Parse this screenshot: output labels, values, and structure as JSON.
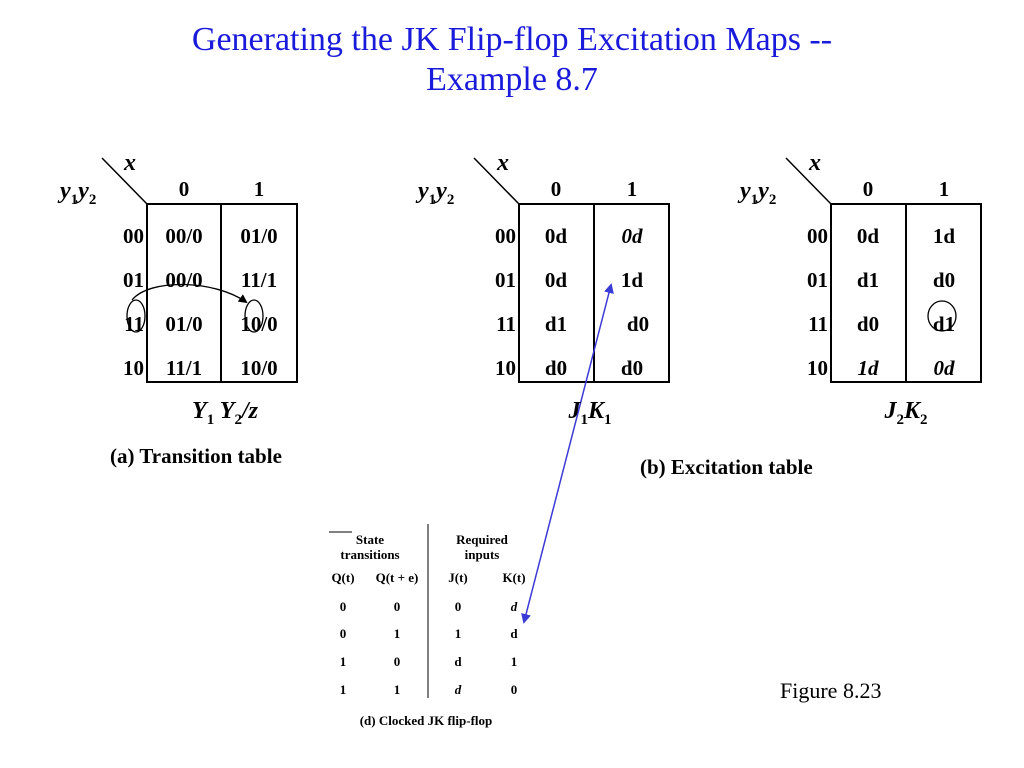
{
  "title": {
    "line1": "Generating the JK Flip-flop Excitation Maps --",
    "line2": "Example 8.7"
  },
  "colors": {
    "title": "#1a1adb",
    "arrow": "#3a3ad6",
    "ink": "#000000"
  },
  "maps": {
    "transition": {
      "corner_x": "x",
      "corner_y1": "y",
      "corner_y1_sub": "1",
      "corner_y2": "y",
      "corner_y2_sub": "2",
      "columns": [
        "0",
        "1"
      ],
      "rows": [
        "00",
        "01",
        "11",
        "10"
      ],
      "cells": [
        [
          "00/0",
          "01/0"
        ],
        [
          "00/0",
          "11/1"
        ],
        [
          "01/0",
          "10/0"
        ],
        [
          "11/1",
          "10/0"
        ]
      ],
      "name": {
        "a": "Y",
        "a_sub": "1",
        "b": "Y",
        "b_sub": "2",
        "c": "/z"
      },
      "caption": "(a) Transition table"
    },
    "j1k1": {
      "corner_x": "x",
      "corner_y1": "y",
      "corner_y1_sub": "1",
      "corner_y2": "y",
      "corner_y2_sub": "2",
      "columns": [
        "0",
        "1"
      ],
      "rows": [
        "00",
        "01",
        "11",
        "10"
      ],
      "cells": [
        [
          "0d",
          "0d"
        ],
        [
          "0d",
          "1d"
        ],
        [
          "d1",
          "d0"
        ],
        [
          "d0",
          "d0"
        ]
      ],
      "name": {
        "a": "J",
        "a_sub": "1",
        "b": "K",
        "b_sub": "1"
      }
    },
    "j2k2": {
      "corner_x": "x",
      "corner_y1": "y",
      "corner_y1_sub": "1",
      "corner_y2": "y",
      "corner_y2_sub": "2",
      "columns": [
        "0",
        "1"
      ],
      "rows": [
        "00",
        "01",
        "11",
        "10"
      ],
      "cells": [
        [
          "0d",
          "1d"
        ],
        [
          "d1",
          "d0"
        ],
        [
          "d0",
          "d1"
        ],
        [
          "1d",
          "0d"
        ]
      ],
      "name": {
        "a": "J",
        "a_sub": "2",
        "b": "K",
        "b_sub": "2"
      }
    },
    "excitation_caption": "(b) Excitation table"
  },
  "jk_table": {
    "group1": "State transitions",
    "group1_l1": "State",
    "group1_l2": "transitions",
    "group2_l1": "Required",
    "group2_l2": "inputs",
    "headers": [
      "Q(t)",
      "Q(t + e)",
      "J(t)",
      "K(t)"
    ],
    "rows": [
      [
        "0",
        "0",
        "0",
        "d"
      ],
      [
        "0",
        "1",
        "1",
        "d"
      ],
      [
        "1",
        "0",
        "d",
        "1"
      ],
      [
        "1",
        "1",
        "d",
        "0"
      ]
    ],
    "caption": "(d) Clocked JK flip-flop"
  },
  "figure_label": "Figure 8.23"
}
